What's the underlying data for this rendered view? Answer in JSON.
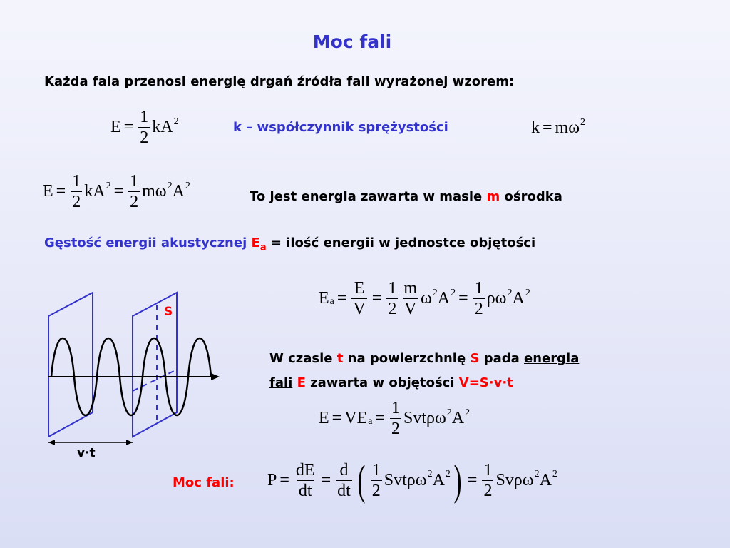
{
  "title": "Moc fali",
  "intro": "Każda fala przenosi energię drgań źródła fali wyrażonej wzorem:",
  "k_definition": "k – współczynnik sprężystości",
  "energy_note": {
    "text": "To jest energia zawarta w masie ",
    "highlight": "m",
    "text_end": " ośrodka"
  },
  "density": {
    "label": "Gęstość energii akustycznej ",
    "symbol": "E",
    "subscript": "a",
    "definition": " = ilość energii w jednostce objętości"
  },
  "time_note": {
    "p1": "W czasie ",
    "t": "t",
    "p2": " na powierzchnię ",
    "S": "S",
    "p3": " pada ",
    "energia": "energia",
    "fali": "fali",
    "space": " ",
    "E": "E",
    "p4": " zawarta w objętości ",
    "volume": "V=S·v·t"
  },
  "power_label": "Moc fali:",
  "diagram": {
    "s_label": "S",
    "vt_label": "v·t"
  },
  "colors": {
    "title": "#3333cc",
    "blue_text": "#3333cc",
    "highlight": "#ff0000",
    "diagram_line": "#3333cc"
  },
  "formulas": {
    "f1": {
      "lhs": "E",
      "eq": "=",
      "num": "1",
      "den": "2",
      "body": "kA",
      "exp": "2"
    },
    "f2": {
      "k": "k",
      "eq": "=",
      "body": "mω",
      "exp": "2"
    },
    "f3": {
      "lhs": "E",
      "eq1": "=",
      "num1": "1",
      "den1": "2",
      "body1": "kA",
      "exp1": "2",
      "eq2": "=",
      "num2": "1",
      "den2": "2",
      "body2a": "mω",
      "exp2a": "2",
      "body2b": "A",
      "exp2b": "2"
    },
    "f4": {
      "lhs": "E",
      "sub": "a",
      "eq1": "=",
      "fn": "E",
      "fd": "V",
      "eq2": "=",
      "n1": "1",
      "d1": "2",
      "n2": "m",
      "d2": "V",
      "b1": "ω",
      "e1": "2",
      "b2": "A",
      "e2": "2",
      "eq3": "=",
      "n3": "1",
      "d3": "2",
      "b3": "ρω",
      "e3": "2",
      "b4": "A",
      "e4": "2"
    },
    "f5": {
      "lhs": "E",
      "eq1": "=",
      "b1": "VE",
      "sub": "a",
      "eq2": "=",
      "n": "1",
      "d": "2",
      "b2": "Svtρω",
      "e1": "2",
      "b3": "A",
      "e2": "2"
    },
    "f6": {
      "lhs": "P",
      "eq1": "=",
      "n1": "dE",
      "d1": "dt",
      "eq2": "=",
      "n2": "d",
      "d2": "dt",
      "lp": "(",
      "n3": "1",
      "d3": "2",
      "b1": "Svtρω",
      "e1": "2",
      "b2": "A",
      "e2": "2",
      "rp": ")",
      "eq3": "=",
      "n4": "1",
      "d4": "2",
      "b3": "Svρω",
      "e3": "2",
      "b4": "A",
      "e4": "2"
    }
  }
}
